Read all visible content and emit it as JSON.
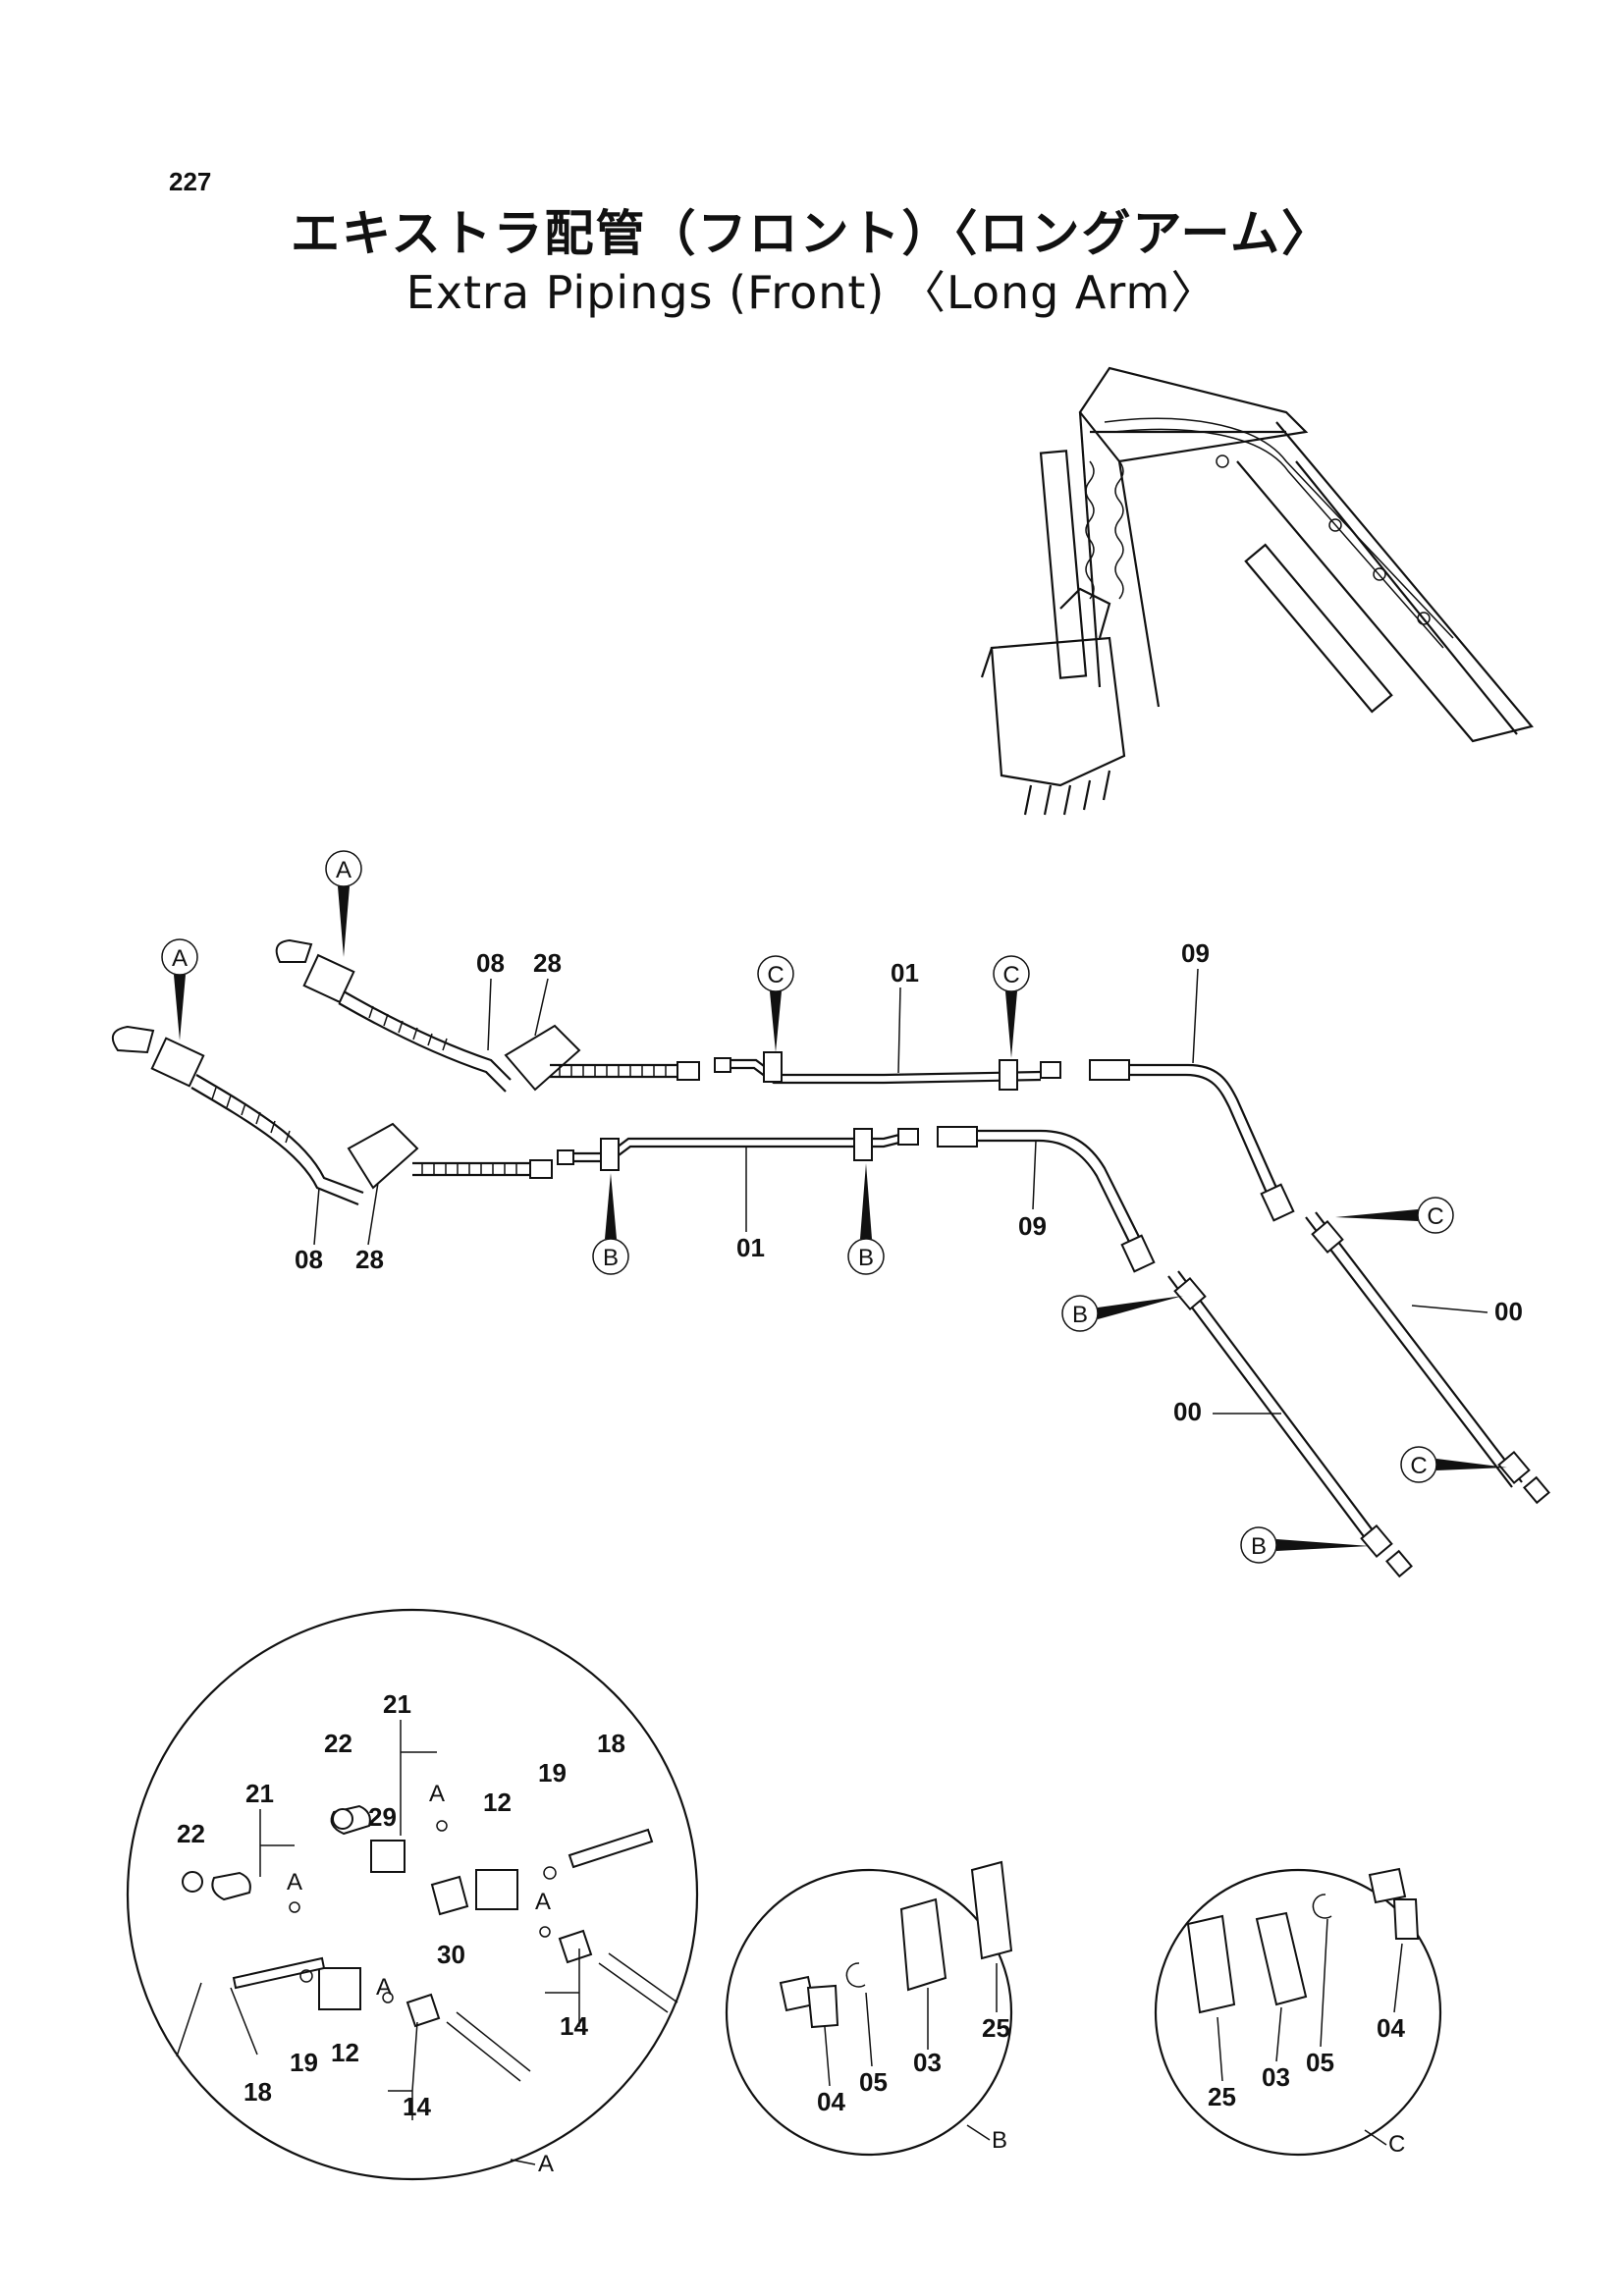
{
  "page": {
    "number": "227",
    "title_jp": "エキストラ配管（フロント）〈ロングアーム〉",
    "title_en": "Extra Pipings (Front) 〈Long Arm〉"
  },
  "callouts": {
    "a": "A",
    "b": "B",
    "c": "C"
  },
  "parts": {
    "p00": "00",
    "p01": "01",
    "p03": "03",
    "p04": "04",
    "p05": "05",
    "p08": "08",
    "p09": "09",
    "p12": "12",
    "p14": "14",
    "p18": "18",
    "p19": "19",
    "p21": "21",
    "p22": "22",
    "p25": "25",
    "p28": "28",
    "p29": "29",
    "p30": "30"
  },
  "detail_views": {
    "a": "A",
    "b": "B",
    "c": "C"
  },
  "o_ring_mark": "A"
}
